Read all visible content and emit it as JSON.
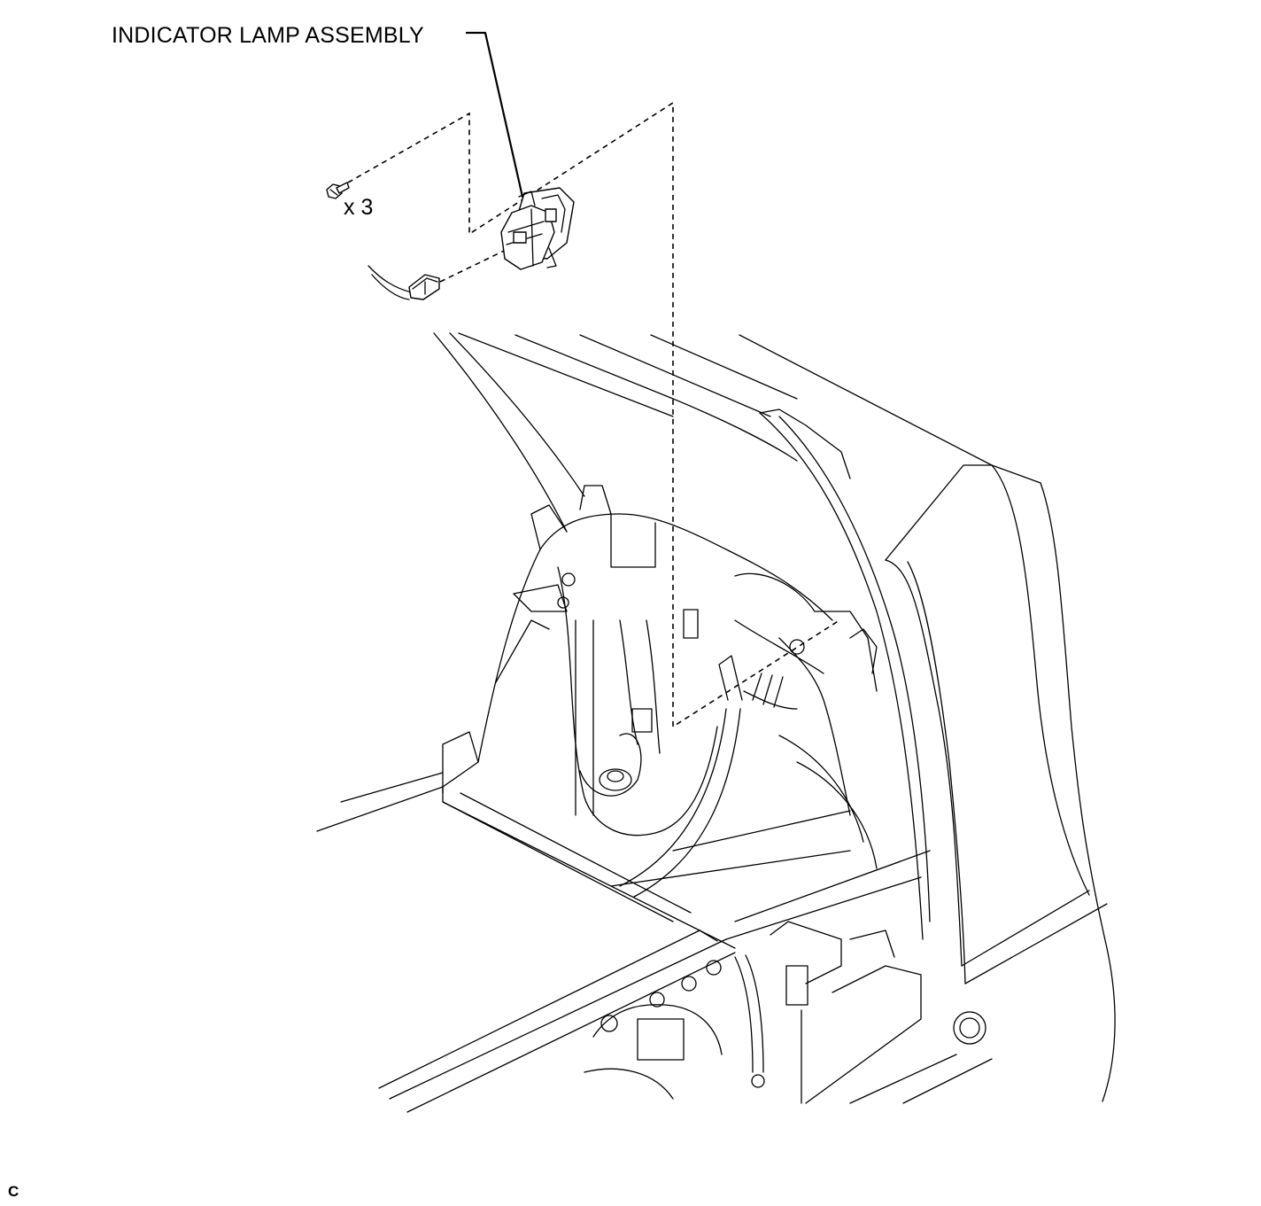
{
  "labels": {
    "part_name": "INDICATOR LAMP ASSEMBLY",
    "fastener_qty": "x 3",
    "figure_code": "C"
  },
  "parts": {
    "indicator_lamp": "indicator-lamp-assembly",
    "bolt": "bolt",
    "connector": "wire-harness-connector",
    "body_panel": "vehicle-body-panel"
  }
}
